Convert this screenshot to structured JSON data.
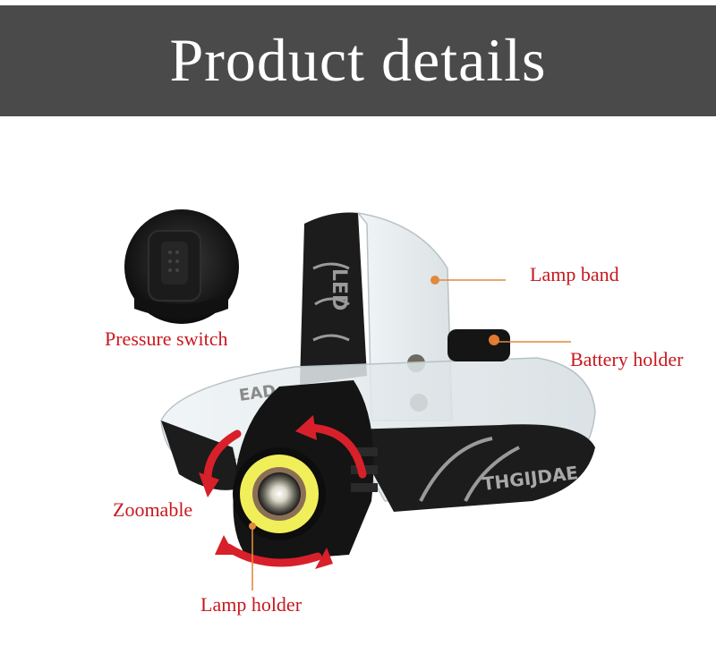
{
  "header": {
    "title": "Product details"
  },
  "callouts": {
    "lamp_band": "Lamp band",
    "pressure_switch": "Pressure switch",
    "battery_holder": "Battery holder",
    "zoomable": "Zoomable",
    "lamp_holder": "Lamp holder"
  },
  "strap_print": {
    "top": "LED",
    "front": "THGIJDAE",
    "left": "EAD"
  },
  "colors": {
    "banner": "#4a4a4a",
    "label": "#c8181e",
    "leader_line": "#e08a3c",
    "arrow": "#d8202a",
    "cob_ring": "#f0ef5a",
    "strap": "#1c1c1c",
    "strap_pattern": "#9a9a9a"
  }
}
